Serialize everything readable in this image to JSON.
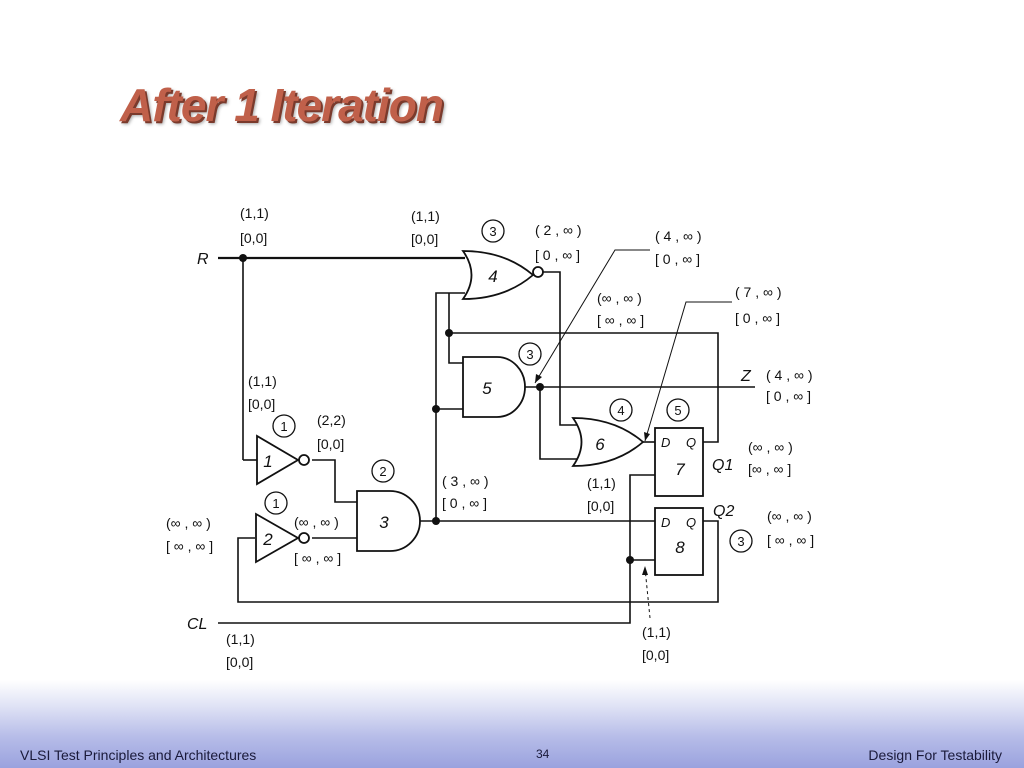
{
  "slide": {
    "title": "After 1 Iteration"
  },
  "footer": {
    "left": "VLSI Test Principles and Architectures",
    "page_number": "34",
    "right": "Design For Testability"
  },
  "diagram": {
    "signals": {
      "R": "R",
      "CL": "CL",
      "Z": "Z",
      "Q1": "Q1",
      "Q2": "Q2"
    },
    "gates": [
      {
        "id": "1",
        "level": "1"
      },
      {
        "id": "2",
        "level": "1"
      },
      {
        "id": "3",
        "level": "2"
      },
      {
        "id": "4",
        "level": "3"
      },
      {
        "id": "5",
        "level": "3"
      },
      {
        "id": "6",
        "level": "4"
      },
      {
        "id": "7",
        "level": "5"
      },
      {
        "id": "8",
        "level": "3"
      }
    ],
    "flipflop_pins": {
      "d": "D",
      "q": "Q"
    },
    "annotations": {
      "r_source_cc": "(1,1)",
      "r_source_sc": "[0,0]",
      "r_gate4_cc": "(1,1)",
      "r_gate4_sc": "[0,0]",
      "gate4_out_cc": "( 2 , ∞ )",
      "gate4_out_sc": "[ 0 , ∞ ]",
      "gate5_in_cc": "( 4 , ∞ )",
      "gate5_in_sc": "[ 0 , ∞ ]",
      "q1_fb_cc": "(∞ , ∞ )",
      "q1_fb_sc": "[ ∞ , ∞ ]",
      "ff7_d_cc": "( 7 , ∞ )",
      "ff7_d_sc": "[ 0 , ∞ ]",
      "z_cc": "( 4 , ∞ )",
      "z_sc": "[ 0 , ∞ ]",
      "r_gate1_cc": "(1,1)",
      "r_gate1_sc": "[0,0]",
      "gate1_out_cc": "(2,2)",
      "gate1_out_sc": "[0,0]",
      "gate3_out_cc": "( 3 , ∞ )",
      "gate3_out_sc": "[ 0 , ∞ ]",
      "q1_cc": "(∞ , ∞ )",
      "q1_sc": "[∞ , ∞ ]",
      "cl_ff7_cc": "(1,1)",
      "cl_ff7_sc": "[0,0]",
      "gate2_in_cc": "(∞ , ∞ )",
      "gate2_in_sc": "[ ∞ , ∞ ]",
      "gate2_out_cc": "(∞ , ∞ )",
      "gate2_out_sc": "[ ∞ , ∞ ]",
      "q2_cc": "(∞ , ∞ )",
      "q2_sc": "[ ∞ , ∞ ]",
      "cl_cc": "(1,1)",
      "cl_sc": "[0,0]",
      "cl_ff8_cc": "(1,1)",
      "cl_ff8_sc": "[0,0]"
    }
  }
}
